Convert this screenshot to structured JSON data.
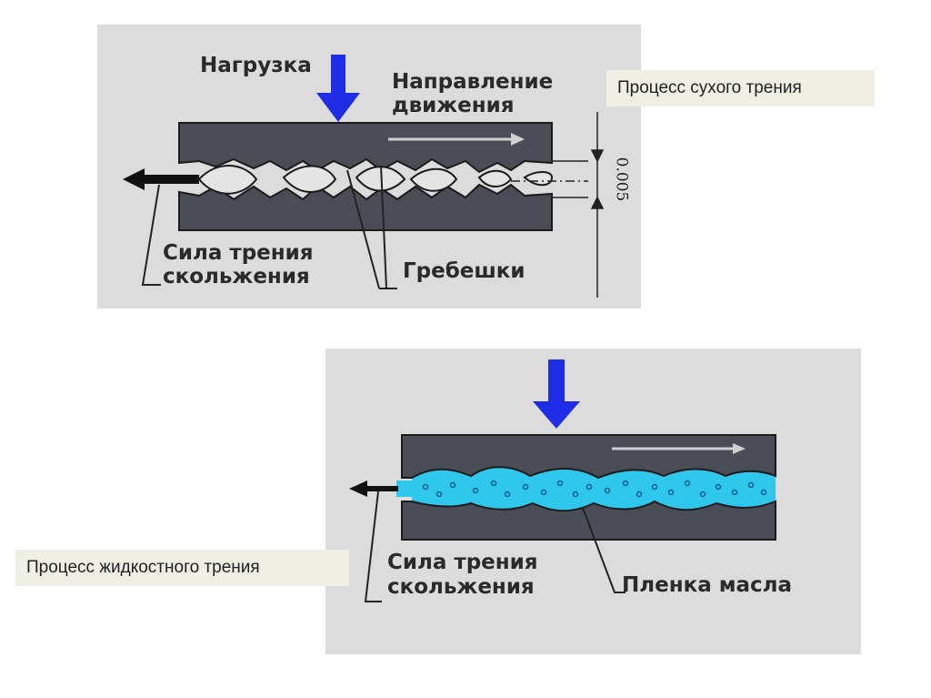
{
  "dry": {
    "caption": "Процесс сухого трения",
    "load_label": "Нагрузка",
    "direction_label_1": "Направление",
    "direction_label_2": "движения",
    "force_label_1": "Сила трения",
    "force_label_2": "скольжения",
    "ridges_label": "Гребешки",
    "gap_value": "0.005"
  },
  "fluid": {
    "caption": "Процесс жидкостного трения",
    "force_label_1": "Сила трения",
    "force_label_2": "скольжения",
    "oil_label": "Пленка масла"
  },
  "colors": {
    "load_arrow": "#1f2ee6",
    "metal": "#4a4d55",
    "oil": "#2fc8ec",
    "panel": "#dcdcdc"
  }
}
